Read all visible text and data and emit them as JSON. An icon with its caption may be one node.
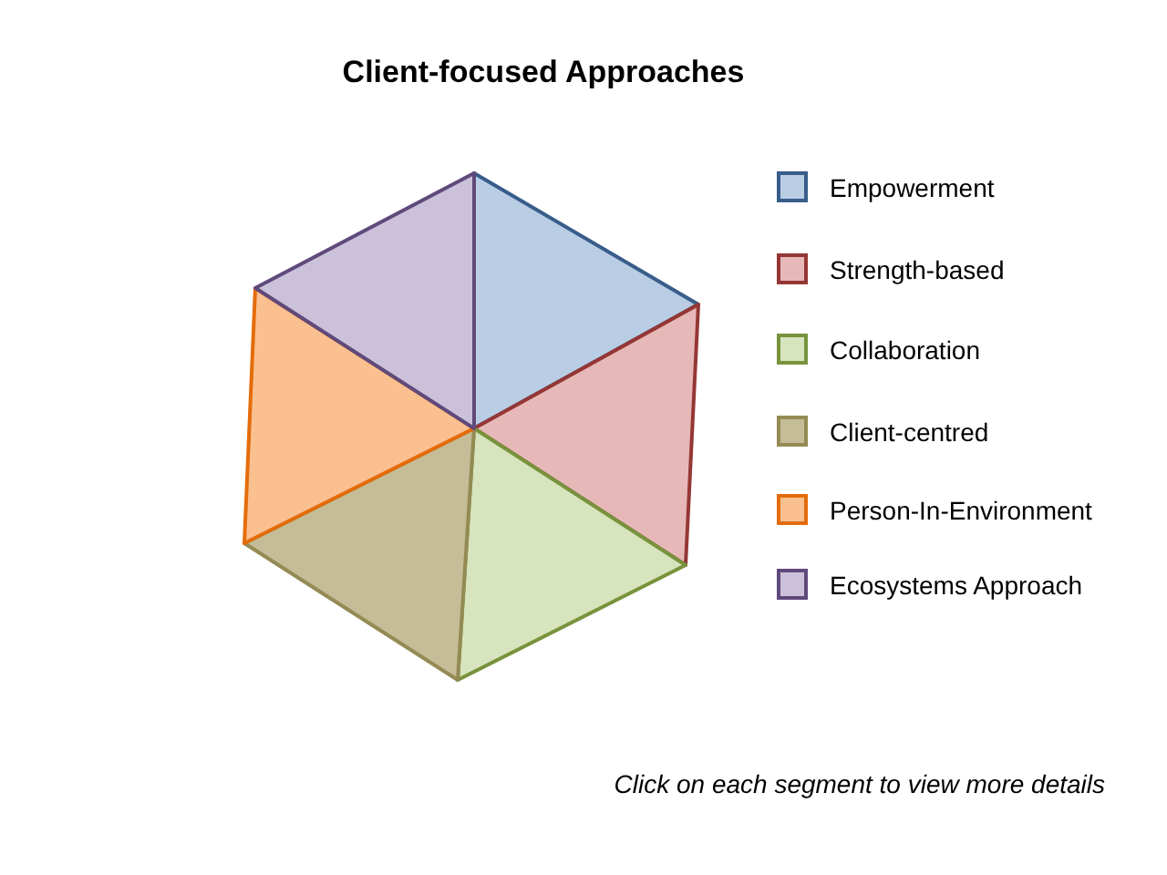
{
  "diagram": {
    "title": "Client-focused Approaches",
    "labels": [
      "Click on each segment to view more details"
    ],
    "legend": [
      {
        "text": "Empowerment",
        "color": "#b9cde5"
      },
      {
        "text": "Strength-based",
        "color": "#e6b9b8"
      },
      {
        "text": "Collaboration",
        "color": "#d7e4bd"
      },
      {
        "text": "Client-centred",
        "color": "#c4bd97"
      },
      {
        "text": "Person-In-Environment",
        "color": "#fac090"
      },
      {
        "text": "Ecosystems Approach",
        "color": "#ccc1da"
      }
    ]
  }
}
